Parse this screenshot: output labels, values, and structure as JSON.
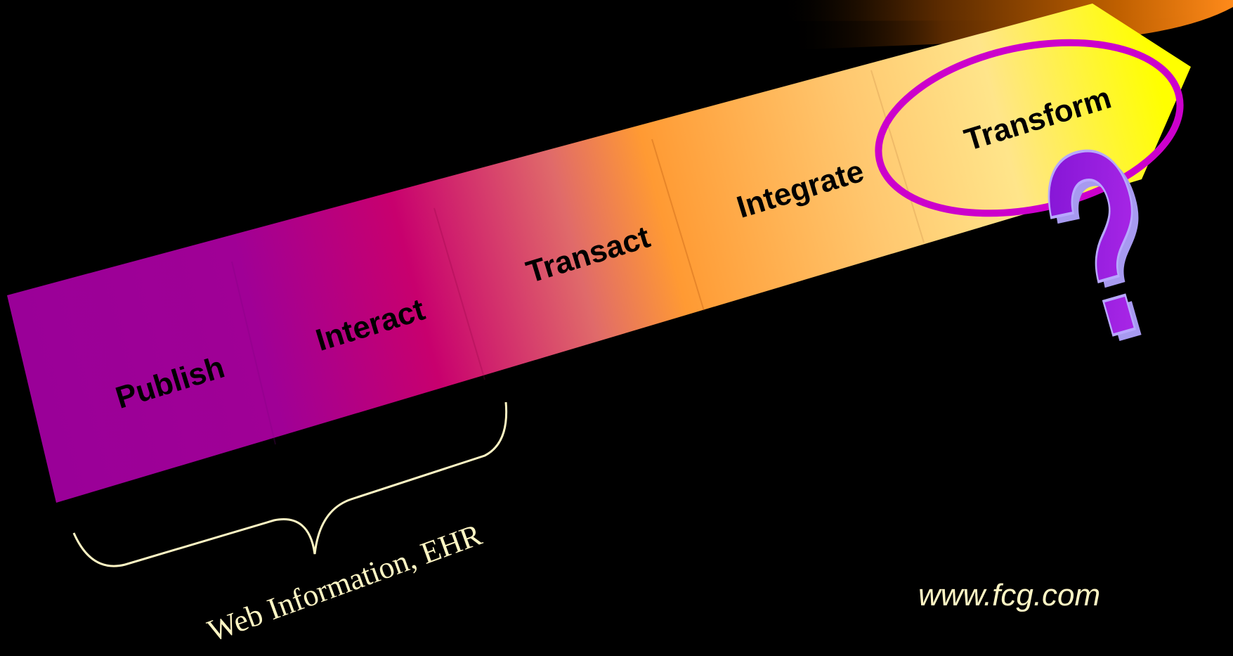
{
  "stages": [
    {
      "label": "Publish"
    },
    {
      "label": "Interact"
    },
    {
      "label": "Transact"
    },
    {
      "label": "Integrate"
    },
    {
      "label": "Transform"
    }
  ],
  "brace": {
    "label": "Web Information, EHR"
  },
  "footer": {
    "url": "www.fcg.com"
  },
  "question_mark": "?",
  "colors": {
    "background": "#000000",
    "magenta": "#9a0098",
    "crimson": "#c8006e",
    "orange": "#ff9a33",
    "pale_yellow": "#ffe58a",
    "yellow": "#ffff00",
    "highlight_ellipse": "#cc00cc",
    "text_cream": "#fff6c4",
    "qmark_purple": "#8a1ed6",
    "qmark_lavender": "#a79af0"
  }
}
